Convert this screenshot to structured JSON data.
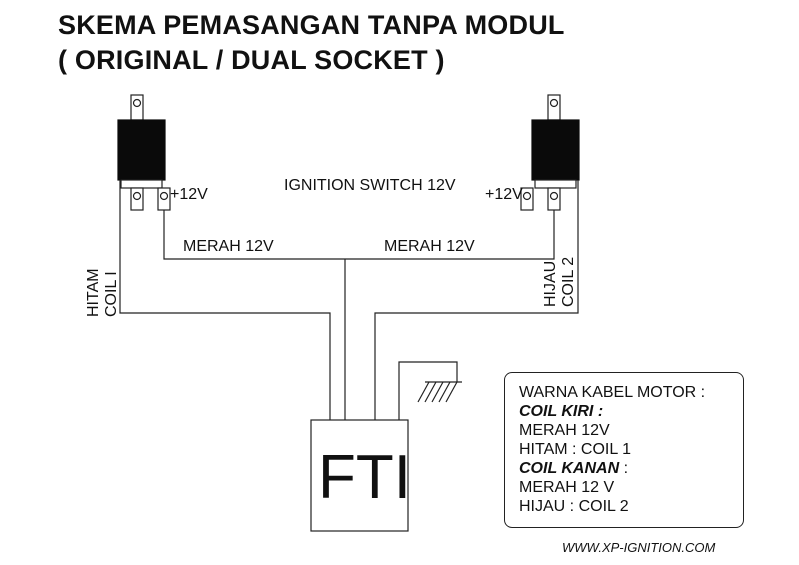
{
  "title": {
    "line1": "SKEMA PEMASANGAN TANPA MODUL",
    "line2": "( ORIGINAL / DUAL SOCKET )"
  },
  "labels": {
    "plus12v_left": "+12V",
    "plus12v_right": "+12V",
    "ignition_switch": "IGNITION SWITCH 12V",
    "merah_left": "MERAH 12V",
    "merah_right": "MERAH 12V",
    "hitam": "HITAM",
    "coil1": "COIL I",
    "hijau": "HIJAU",
    "coil2": "COIL 2",
    "fti": "FTI"
  },
  "legend": {
    "heading": "WARNA KABEL MOTOR :",
    "coil_kiri_label": "COIL KIRI :",
    "coil_kiri_merah": "MERAH 12V",
    "coil_kiri_hitam": "HITAM : COIL 1",
    "coil_kanan_label": "COIL KANAN",
    "coil_kanan_colon": " :",
    "coil_kanan_merah": "MERAH 12 V",
    "coil_kanan_hijau": "HIJAU : COIL 2"
  },
  "website": "WWW.XP-IGNITION.COM",
  "colors": {
    "line": "#222222",
    "coil_body": "#0a0a0a",
    "text": "#111111"
  }
}
